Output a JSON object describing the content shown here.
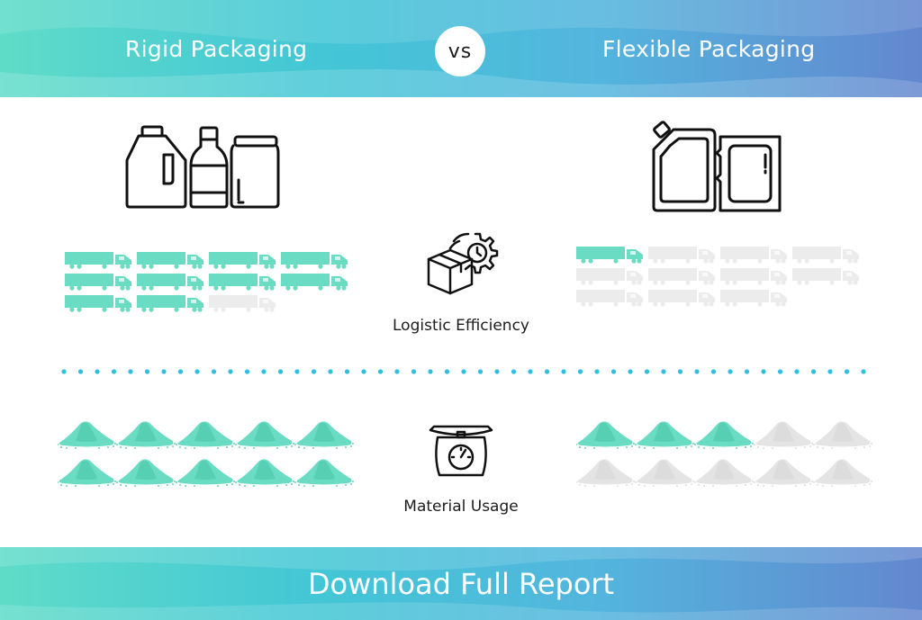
{
  "header": {
    "left_title": "Rigid Packaging",
    "vs_label": "vs",
    "right_title": "Flexible Packaging"
  },
  "icons": {
    "rigid": "rigid-containers-icon",
    "flexible": "flexible-pouches-icon",
    "logistics": "box-gear-clock-icon",
    "scale": "weighing-scale-icon",
    "truck": "truck-icon",
    "pile": "material-pile-icon"
  },
  "metrics": {
    "logistic": {
      "label": "Logistic Efficiency",
      "rigid_trucks_filled": 10,
      "rigid_trucks_total": 11,
      "flexible_trucks_filled": 1,
      "flexible_trucks_total": 11
    },
    "material": {
      "label": "Material Usage",
      "rigid_piles_filled": 10,
      "rigid_piles_total": 10,
      "flexible_piles_filled": 3,
      "flexible_piles_total": 10
    }
  },
  "colors": {
    "accent": "#6adcc3",
    "inactive": "#ececec",
    "dots": "#2fbfe3",
    "icon_stroke": "#111111"
  },
  "footer": {
    "cta_label": "Download Full Report"
  }
}
